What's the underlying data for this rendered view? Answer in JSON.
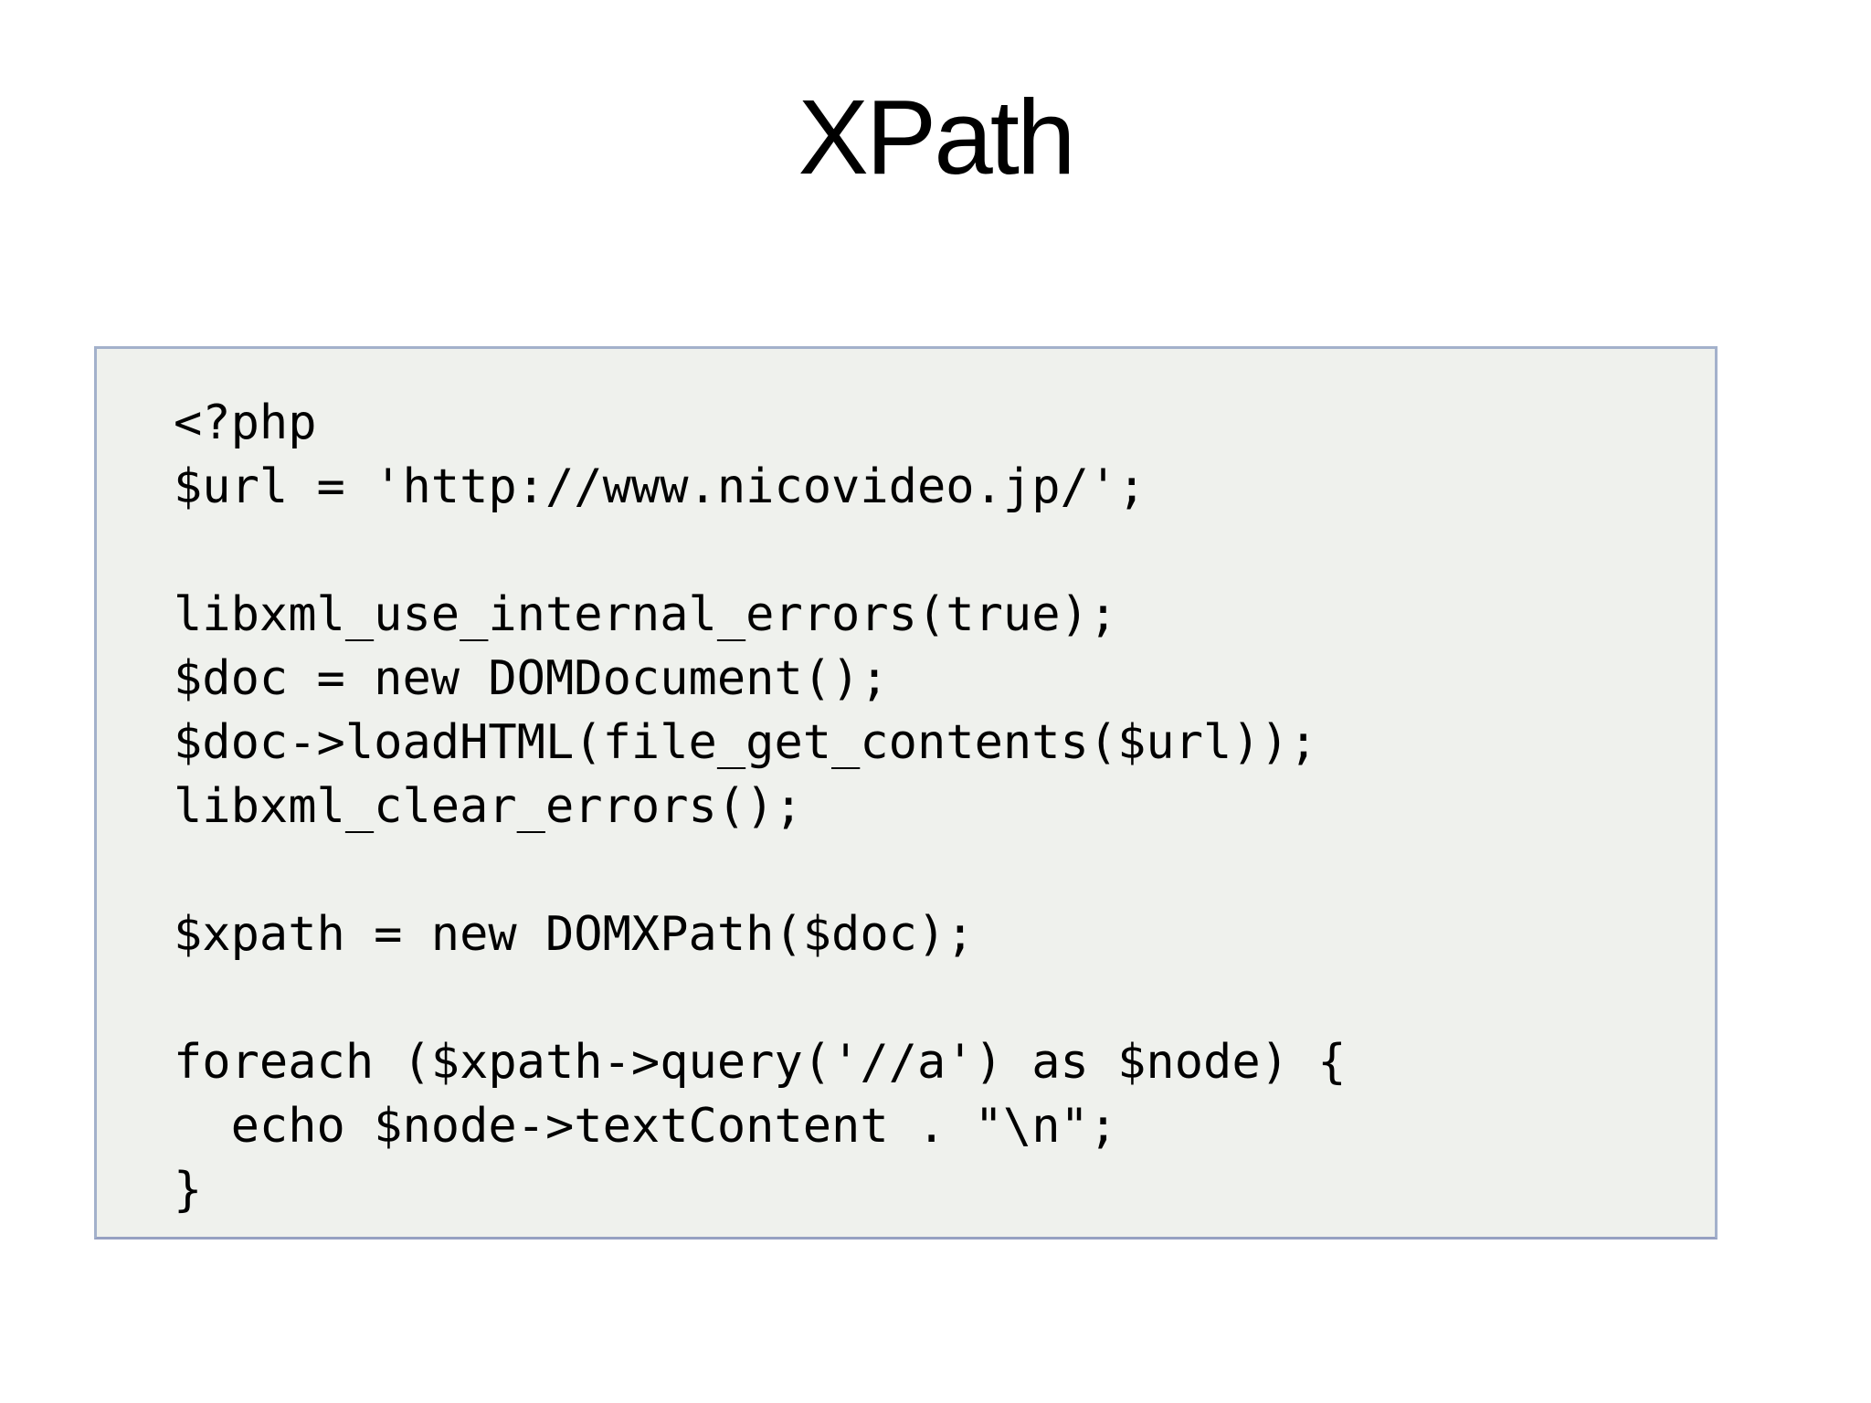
{
  "slide": {
    "title": "XPath"
  },
  "code_block": {
    "language": "php",
    "background_color": "#eff1ed",
    "border_color": "#a3b1cb",
    "lines": [
      "<?php",
      "$url = 'http://www.nicovideo.jp/';",
      "",
      "libxml_use_internal_errors(true);",
      "$doc = new DOMDocument();",
      "$doc->loadHTML(file_get_contents($url));",
      "libxml_clear_errors();",
      "",
      "$xpath = new DOMXPath($doc);",
      "",
      "foreach ($xpath->query('//a') as $node) {",
      "  echo $node->textContent . \"\\n\";",
      "}"
    ]
  }
}
